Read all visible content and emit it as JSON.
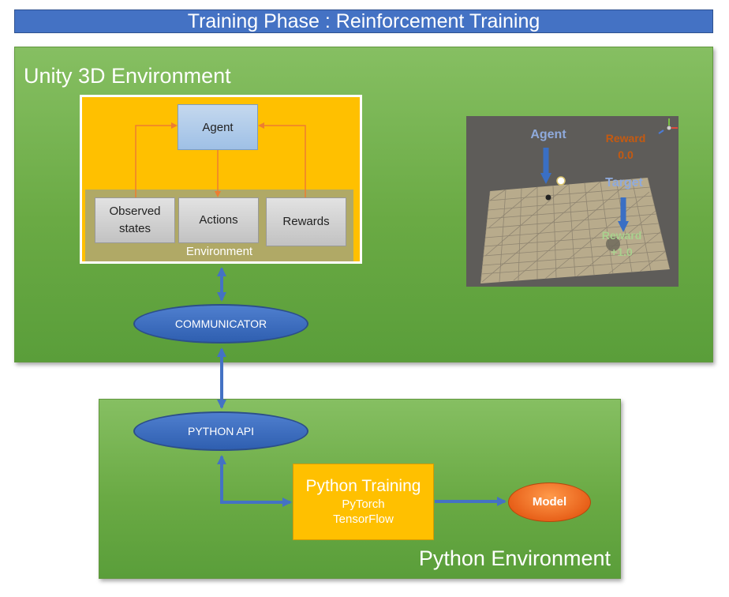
{
  "title": "Training Phase : Reinforcement Training",
  "unity": {
    "title": "Unity 3D Environment",
    "agent": "Agent",
    "observed_states": [
      "Observed",
      "states"
    ],
    "actions": "Actions",
    "rewards": "Rewards",
    "environment": "Environment",
    "communicator": "COMMUNICATOR"
  },
  "scene": {
    "agent_label": "Agent",
    "reward_top_label": "Reward",
    "reward_top_value": "0.0",
    "target_label": "Target",
    "reward_bottom_label": "Reward",
    "reward_bottom_value": "+1.0"
  },
  "python": {
    "title": "Python Environment",
    "api": "PYTHON API",
    "training_title": "Python Training",
    "training_lines": [
      "PyTorch",
      "TensorFlow"
    ],
    "model": "Model"
  },
  "colors": {
    "title_bar": "#4472c4",
    "panel_green": "#70ad47",
    "orange_box": "#ffc000",
    "environment_box": "#b0a966",
    "agent_box": "#9fc0e6",
    "ellipse_blue": "#3a68b8",
    "model_orange": "#e8611a",
    "orange_arrows": "#ed7d31",
    "blue_arrows": "#4472c4",
    "scene_reward_top": "#c55a11",
    "scene_labels": "#8faadc",
    "scene_reward_bottom": "#a9d18e"
  }
}
